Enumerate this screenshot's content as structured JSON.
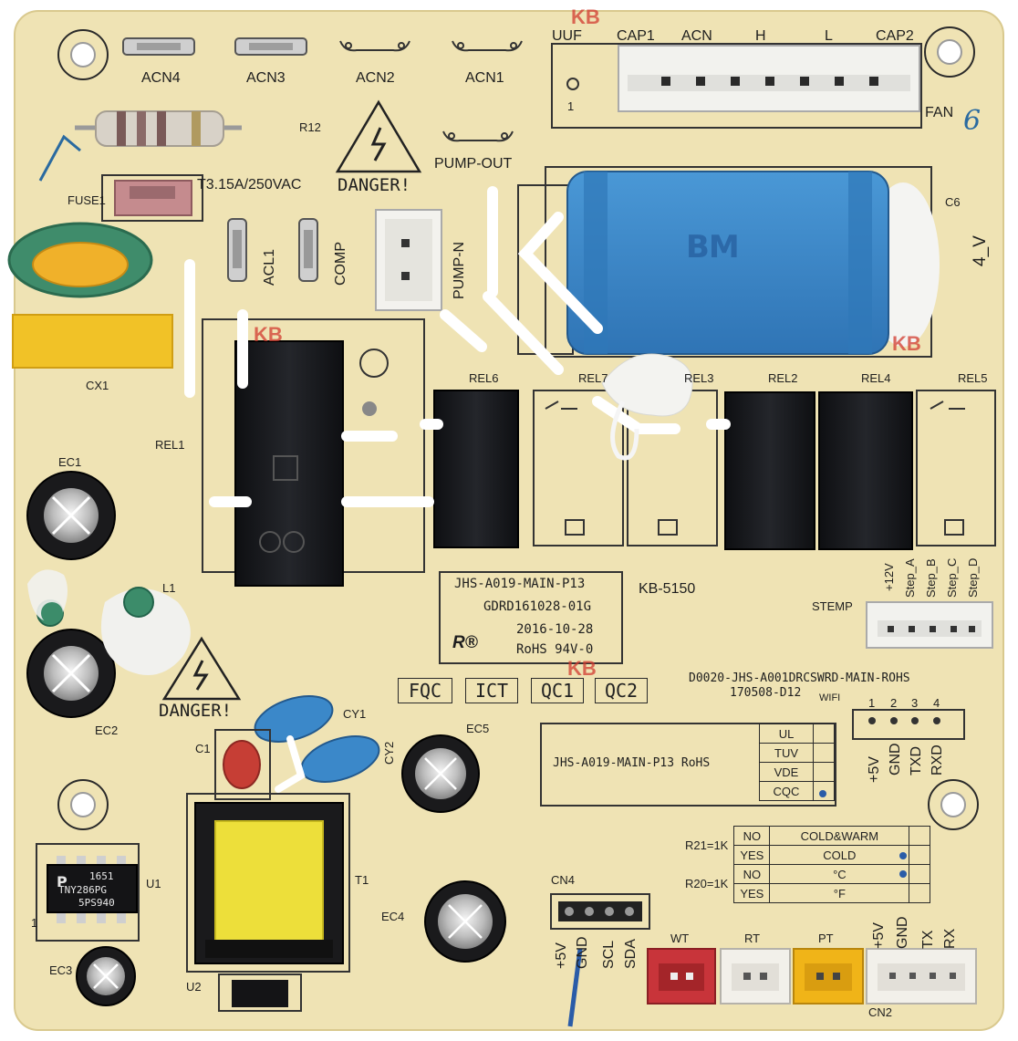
{
  "board": {
    "connectors_top": [
      "ACN4",
      "ACN3",
      "ACN2",
      "ACN1"
    ],
    "fan_header": {
      "pins": [
        "UUF",
        "CAP1",
        "ACN",
        "H",
        "L",
        "CAP2"
      ],
      "label": "FAN",
      "pin1": "1"
    },
    "resistor": "R12",
    "fuse": {
      "ref": "FUSE1",
      "rating": "T3.15A/250VAC"
    },
    "danger_top": "DANGER!",
    "danger_bottom": "DANGER!",
    "pump_out": "PUMP-OUT",
    "pump_n": "PUMP-N",
    "acl1": "ACL1",
    "comp": "COMP",
    "cap_c6": "C6",
    "side_4v": "4_V",
    "capacitor_logo": "BM",
    "cx1": "CX1",
    "relays": [
      "REL1",
      "REL6",
      "REL7",
      "REL3",
      "REL2",
      "REL4",
      "REL5"
    ],
    "ec": [
      "EC1",
      "EC2",
      "EC3",
      "EC4",
      "EC5"
    ],
    "l1": "L1",
    "main_label": {
      "line1": "JHS-A019-MAIN-P13",
      "line2": "GDRD161028-01G",
      "line3": "2016-10-28",
      "line4": "RoHS 94V-0",
      "mark": "R®"
    },
    "kb": "KB-5150",
    "kb_marks": [
      "KB",
      "KB",
      "KB",
      "KB"
    ],
    "stemp": {
      "label": "STEMP",
      "pins": [
        "+12V",
        "Step_A",
        "Step_B",
        "Step_C",
        "Step_D"
      ]
    },
    "serial_line1": "D0020-JHS-A001DRCSWRD-MAIN-ROHS",
    "serial_line2": "170508-D12",
    "wifi": {
      "label": "WIFI",
      "nums": [
        "1",
        "2",
        "3",
        "4"
      ],
      "pins": [
        "+5V",
        "GND",
        "TXD",
        "RXD"
      ]
    },
    "qc_badges": [
      "FQC",
      "ICT",
      "QC1",
      "QC2"
    ],
    "cert": {
      "text": "JHS-A019-MAIN-P13 RoHS",
      "items": [
        "UL",
        "TUV",
        "VDE",
        "CQC"
      ]
    },
    "r_table": {
      "rows": [
        {
          "ref": "R21=1K",
          "opt": "NO",
          "val": "COLD&WARM"
        },
        {
          "ref": "",
          "opt": "YES",
          "val": "COLD"
        },
        {
          "ref": "R20=1K",
          "opt": "NO",
          "val": "°C"
        },
        {
          "ref": "",
          "opt": "YES",
          "val": "°F"
        }
      ]
    },
    "cy1": "CY1",
    "cy2": "CY2",
    "c1": "C1",
    "t1": "T1",
    "u1": {
      "ref": "U1",
      "chip_line1": "1651",
      "chip_line2": "TNY286PG",
      "chip_line3": "5PS940",
      "pin1": "1"
    },
    "u2": "U2",
    "cn4": {
      "label": "CN4",
      "pins": [
        "+5V",
        "GND",
        "SCL",
        "SDA"
      ]
    },
    "bottom_connectors": [
      "WT",
      "RT",
      "PT"
    ],
    "cn2": {
      "label": "CN2",
      "pins": [
        "+5V",
        "GND",
        "TX",
        "RX"
      ]
    },
    "handwritten": [
      "/",
      "6"
    ],
    "colors": {
      "pcb": "#efe3b4",
      "silk": "#222222",
      "blue_cap": "#3b88c9",
      "relay": "#141518",
      "red_connector": "#c8343a",
      "yellow_connector": "#f0b418",
      "transformer_core": "#efe03a"
    }
  }
}
